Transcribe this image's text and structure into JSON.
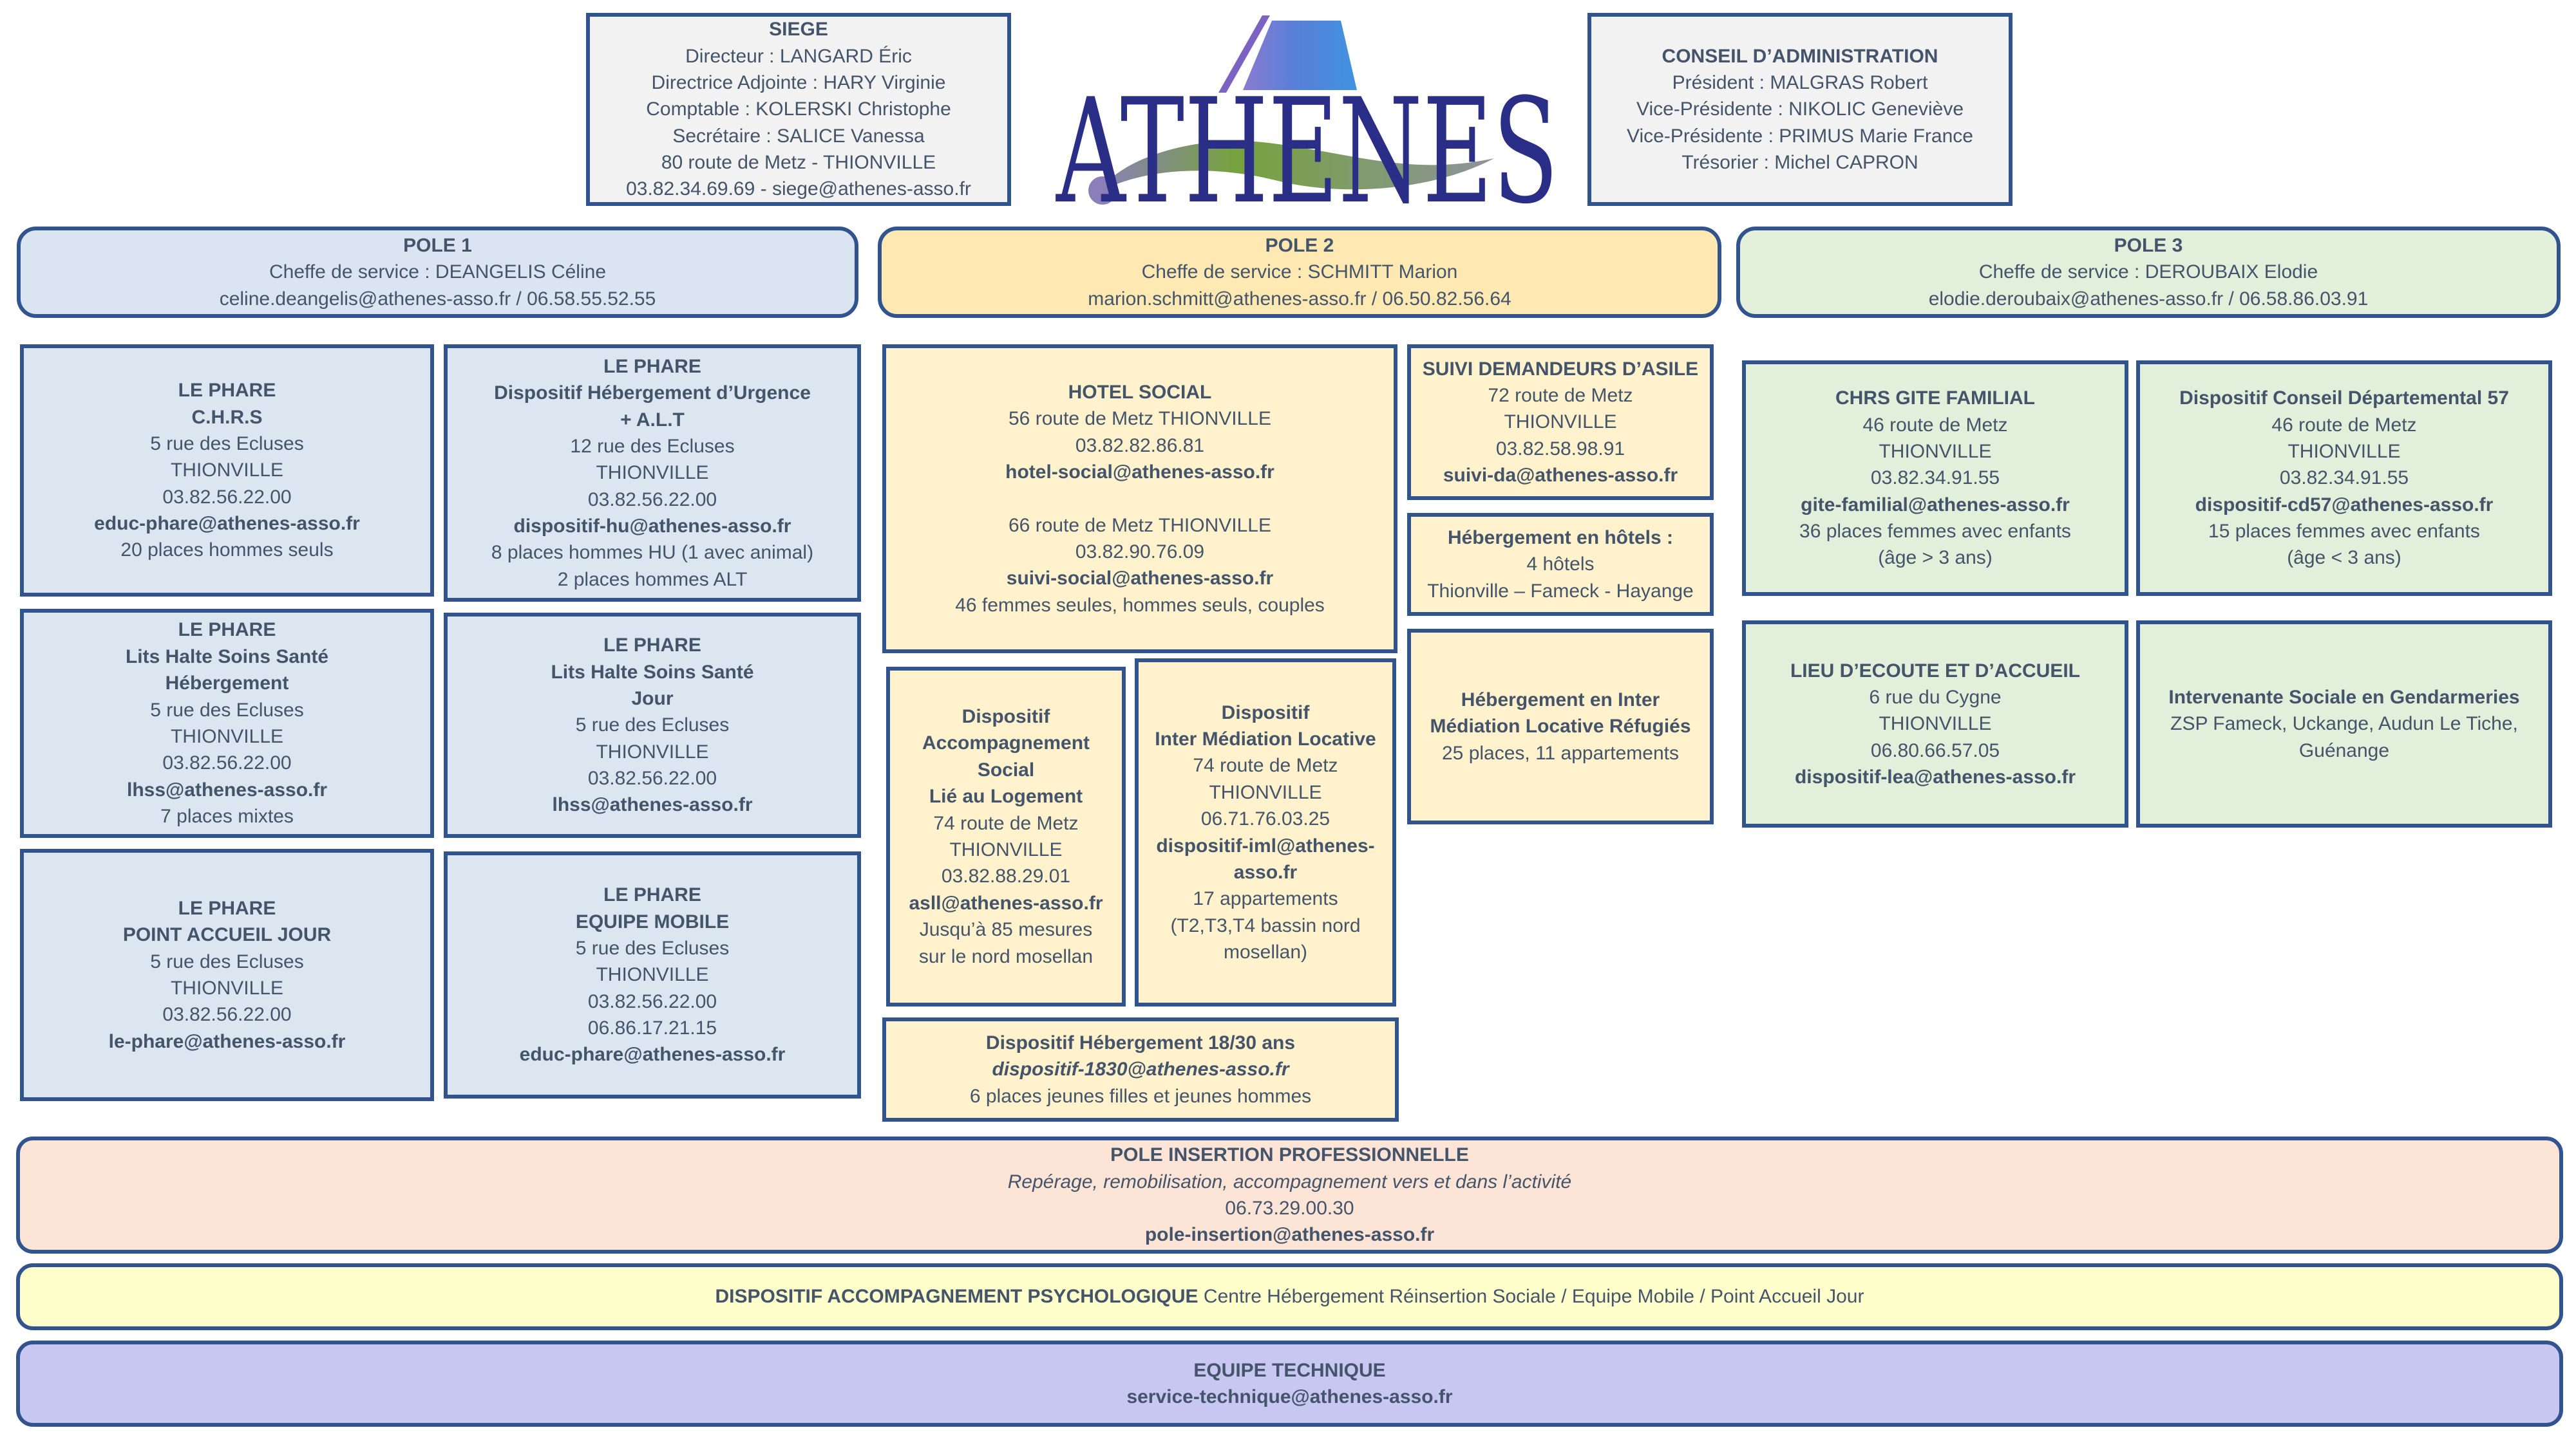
{
  "colors": {
    "border": "#31548f",
    "text": "#44546a",
    "blue": "#dce6f1",
    "blueHdr": "#dbe5f1",
    "gold": "#ffe9b3",
    "cream": "#fff2cc",
    "green": "#e2efda",
    "salmon": "#fce4d6",
    "paleyellow": "#ffffcc",
    "purple": "#c7c7f2",
    "gray": "#f2f2f2",
    "logoNavy": "#2b2e87"
  },
  "logo": {
    "text": "ATHENES",
    "roof_icon": "house-roof",
    "swoosh_icon": "green-gray-swoosh"
  },
  "header": {
    "siege": {
      "lines": [
        {
          "t": "SIEGE",
          "s": "b"
        },
        {
          "t": "Directeur : LANGARD Éric"
        },
        {
          "t": "Directrice Adjointe : HARY Virginie"
        },
        {
          "t": "Comptable : KOLERSKI Christophe"
        },
        {
          "t": "Secrétaire : SALICE Vanessa"
        },
        {
          "t": "80 route de Metz - THIONVILLE"
        },
        {
          "t": "03.82.34.69.69 - siege@athenes-asso.fr"
        }
      ]
    },
    "conseil": {
      "lines": [
        {
          "t": "CONSEIL D’ADMINISTRATION",
          "s": "b"
        },
        {
          "t": "Président : MALGRAS Robert"
        },
        {
          "t": "Vice-Présidente : NIKOLIC Geneviève"
        },
        {
          "t": "Vice-Présidente : PRIMUS Marie France"
        },
        {
          "t": "Trésorier : Michel CAPRON"
        }
      ]
    }
  },
  "poles": {
    "p1": {
      "lines": [
        {
          "t": "POLE 1",
          "s": "b"
        },
        {
          "t": "Cheffe de service : DEANGELIS Céline"
        },
        {
          "t": "celine.deangelis@athenes-asso.fr / 06.58.55.52.55"
        }
      ]
    },
    "p2": {
      "lines": [
        {
          "t": "POLE 2",
          "s": "b"
        },
        {
          "t": "Cheffe de service : SCHMITT Marion"
        },
        {
          "t": "marion.schmitt@athenes-asso.fr / 06.50.82.56.64"
        }
      ]
    },
    "p3": {
      "lines": [
        {
          "t": "POLE 3",
          "s": "b"
        },
        {
          "t": "Cheffe de service : DEROUBAIX Elodie"
        },
        {
          "t": "elodie.deroubaix@athenes-asso.fr / 06.58.86.03.91"
        }
      ]
    }
  },
  "p1_boxes": {
    "chrs": {
      "lines": [
        {
          "t": "LE PHARE",
          "s": "b"
        },
        {
          "t": "C.H.R.S",
          "s": "b"
        },
        {
          "t": "5 rue des Ecluses"
        },
        {
          "t": "THIONVILLE"
        },
        {
          "t": "03.82.56.22.00"
        },
        {
          "t": "educ-phare@athenes-asso.fr",
          "s": "b"
        },
        {
          "t": "20 places hommes seuls"
        }
      ]
    },
    "hu_alt": {
      "lines": [
        {
          "t": "LE PHARE",
          "s": "b"
        },
        {
          "t": "Dispositif Hébergement d’Urgence",
          "s": "b"
        },
        {
          "t": "+ A.L.T",
          "s": "b"
        },
        {
          "t": "12 rue des Ecluses"
        },
        {
          "t": "THIONVILLE"
        },
        {
          "t": "03.82.56.22.00"
        },
        {
          "t": "dispositif-hu@athenes-asso.fr",
          "s": "b"
        },
        {
          "t": "8 places hommes HU (1 avec animal)"
        },
        {
          "t": "2 places hommes ALT"
        }
      ]
    },
    "lhss_heb": {
      "lines": [
        {
          "t": "LE PHARE",
          "s": "b"
        },
        {
          "t": "Lits Halte Soins Santé",
          "s": "b"
        },
        {
          "t": "Hébergement",
          "s": "b"
        },
        {
          "t": "5 rue des Ecluses"
        },
        {
          "t": "THIONVILLE"
        },
        {
          "t": "03.82.56.22.00"
        },
        {
          "t": "lhss@athenes-asso.fr",
          "s": "b"
        },
        {
          "t": "7 places mixtes"
        }
      ]
    },
    "lhss_jour": {
      "lines": [
        {
          "t": "LE PHARE",
          "s": "b"
        },
        {
          "t": "Lits Halte Soins Santé",
          "s": "b"
        },
        {
          "t": "Jour",
          "s": "b"
        },
        {
          "t": "5 rue des Ecluses"
        },
        {
          "t": "THIONVILLE"
        },
        {
          "t": "03.82.56.22.00"
        },
        {
          "t": "lhss@athenes-asso.fr",
          "s": "b"
        }
      ]
    },
    "paj": {
      "lines": [
        {
          "t": "LE PHARE",
          "s": "b"
        },
        {
          "t": "POINT ACCUEIL  JOUR",
          "s": "b"
        },
        {
          "t": "5 rue des Ecluses"
        },
        {
          "t": "THIONVILLE"
        },
        {
          "t": "03.82.56.22.00"
        },
        {
          "t": "le-phare@athenes-asso.fr",
          "s": "b"
        }
      ]
    },
    "equipe_mobile": {
      "lines": [
        {
          "t": "LE PHARE",
          "s": "b"
        },
        {
          "t": "EQUIPE MOBILE",
          "s": "b"
        },
        {
          "t": "5 rue des Ecluses"
        },
        {
          "t": "THIONVILLE"
        },
        {
          "t": "03.82.56.22.00"
        },
        {
          "t": "06.86.17.21.15"
        },
        {
          "t": "educ-phare@athenes-asso.fr",
          "s": "b"
        }
      ]
    }
  },
  "p2_boxes": {
    "hotel_social": {
      "lines": [
        {
          "t": "HOTEL SOCIAL",
          "s": "b"
        },
        {
          "t": "56 route de Metz THIONVILLE"
        },
        {
          "t": "03.82.82.86.81"
        },
        {
          "t": "hotel-social@athenes-asso.fr",
          "s": "b"
        },
        {
          "t": ""
        },
        {
          "t": "66 route de Metz THIONVILLE"
        },
        {
          "t": "03.82.90.76.09"
        },
        {
          "t": "suivi-social@athenes-asso.fr",
          "s": "b"
        },
        {
          "t": "46 femmes seules, hommes seuls, couples"
        }
      ]
    },
    "asll": {
      "lines": [
        {
          "t": "Dispositif",
          "s": "b"
        },
        {
          "t": "Accompagnement",
          "s": "b"
        },
        {
          "t": "Social",
          "s": "b"
        },
        {
          "t": "Lié au Logement",
          "s": "b"
        },
        {
          "t": "74 route de Metz"
        },
        {
          "t": "THIONVILLE"
        },
        {
          "t": "03.82.88.29.01"
        },
        {
          "t": "asll@athenes-asso.fr",
          "s": "b"
        },
        {
          "t": "Jusqu’à 85 mesures"
        },
        {
          "t": "sur le nord mosellan"
        }
      ]
    },
    "iml": {
      "lines": [
        {
          "t": "Dispositif",
          "s": "b"
        },
        {
          "t": "Inter Médiation Locative",
          "s": "b"
        },
        {
          "t": "74 route de Metz"
        },
        {
          "t": "THIONVILLE"
        },
        {
          "t": "06.71.76.03.25"
        },
        {
          "t": "dispositif-iml@athenes-",
          "s": "b"
        },
        {
          "t": "asso.fr",
          "s": "b"
        },
        {
          "t": "17 appartements"
        },
        {
          "t": "(T2,T3,T4 bassin nord"
        },
        {
          "t": "mosellan)"
        }
      ]
    },
    "d1830": {
      "lines": [
        {
          "t": "Dispositif Hébergement 18/30 ans",
          "s": "b"
        },
        {
          "t": "dispositif-1830@athenes-asso.fr",
          "s": "bi"
        },
        {
          "t": "6 places jeunes filles et jeunes hommes"
        }
      ]
    },
    "suivi_da": {
      "lines": [
        {
          "t": "SUIVI DEMANDEURS D’ASILE",
          "s": "b"
        },
        {
          "t": "72 route de Metz"
        },
        {
          "t": "THIONVILLE"
        },
        {
          "t": "03.82.58.98.91"
        },
        {
          "t": "suivi-da@athenes-asso.fr",
          "s": "b"
        }
      ]
    },
    "hotels": {
      "lines": [
        {
          "t": "Hébergement en hôtels :",
          "s": "b"
        },
        {
          "t": "4 hôtels"
        },
        {
          "t": "Thionville – Fameck - Hayange"
        }
      ]
    },
    "iml_refugies": {
      "lines": [
        {
          "t": "Hébergement en Inter",
          "s": "b"
        },
        {
          "t": "Médiation Locative Réfugiés",
          "s": "b"
        },
        {
          "t": "25 places, 11 appartements"
        }
      ]
    }
  },
  "p3_boxes": {
    "gite": {
      "lines": [
        {
          "t": "CHRS GITE FAMILIAL",
          "s": "b"
        },
        {
          "t": "46 route de Metz"
        },
        {
          "t": "THIONVILLE"
        },
        {
          "t": "03.82.34.91.55"
        },
        {
          "t": "gite-familial@athenes-asso.fr",
          "s": "b"
        },
        {
          "t": "36 places femmes avec enfants"
        },
        {
          "t": "(âge > 3 ans)"
        }
      ]
    },
    "cd57": {
      "lines": [
        {
          "t": "Dispositif Conseil Départemental 57",
          "s": "b"
        },
        {
          "t": "46 route de Metz"
        },
        {
          "t": "THIONVILLE"
        },
        {
          "t": "03.82.34.91.55"
        },
        {
          "t": "dispositif-cd57@athenes-asso.fr",
          "s": "b"
        },
        {
          "t": "15 places femmes avec enfants"
        },
        {
          "t": "(âge < 3 ans)"
        }
      ]
    },
    "lieu": {
      "lines": [
        {
          "t": "LIEU D’ECOUTE ET D’ACCUEIL",
          "s": "b"
        },
        {
          "t": "6 rue du Cygne"
        },
        {
          "t": "THIONVILLE"
        },
        {
          "t": "06.80.66.57.05"
        },
        {
          "t": "dispositif-lea@athenes-asso.fr",
          "s": "b"
        }
      ]
    },
    "gendarmeries": {
      "lines": [
        {
          "t": "Intervenante Sociale en Gendarmeries",
          "s": "b"
        },
        {
          "t": "ZSP Fameck, Uckange, Audun Le Tiche,"
        },
        {
          "t": "Guénange"
        }
      ]
    }
  },
  "bars": {
    "insertion": {
      "lines": [
        {
          "t": "POLE INSERTION PROFESSIONNELLE",
          "s": "b"
        },
        {
          "t": "Repérage, remobilisation, accompagnement vers et dans l’activité",
          "s": "i"
        },
        {
          "t": "06.73.29.00.30"
        },
        {
          "t": "pole-insertion@athenes-asso.fr",
          "s": "b"
        }
      ]
    },
    "dap": {
      "lines": [
        {
          "spans": [
            {
              "t": "DISPOSITIF ACCOMPAGNEMENT PSYCHOLOGIQUE ",
              "s": "b"
            },
            {
              "t": "Centre Hébergement Réinsertion Sociale / Equipe Mobile / Point Accueil Jour"
            }
          ]
        }
      ]
    },
    "technique": {
      "lines": [
        {
          "t": "EQUIPE TECHNIQUE",
          "s": "b"
        },
        {
          "t": "service-technique@athenes-asso.fr",
          "s": "b"
        }
      ]
    }
  }
}
